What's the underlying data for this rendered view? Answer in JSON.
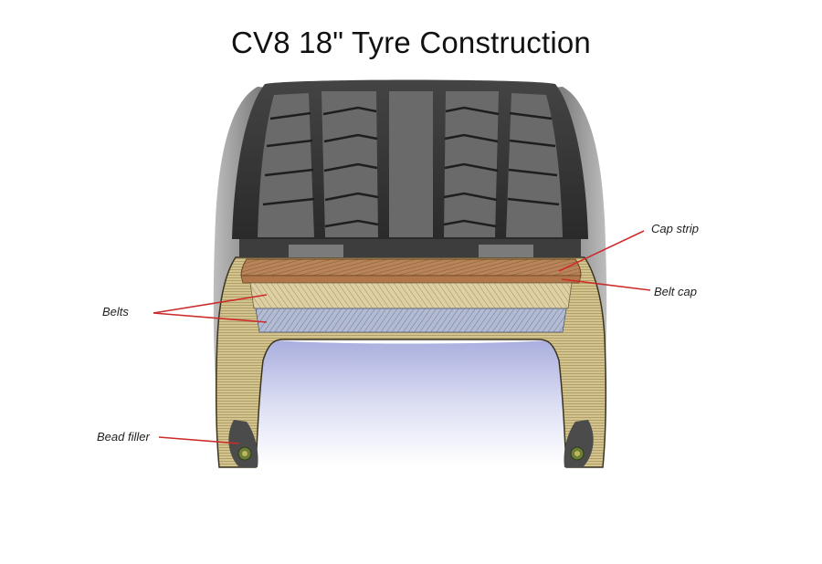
{
  "title": "CV8 18\" Tyre Construction",
  "labels": {
    "cap_strip": "Cap strip",
    "belt_cap": "Belt cap",
    "belts": "Belts",
    "bead_filler": "Bead filler"
  },
  "colors": {
    "leader_line": "#cc2b2b",
    "tread_rubber": "#2f2f2f",
    "sidewall": "#8a8a8a",
    "cap_strip": "#b8845a",
    "belt_upper": "#d9c99a",
    "belt_lower": "#a9b4cc",
    "carcass": "#cdbd85",
    "inner_cavity": "#c9cce8"
  }
}
